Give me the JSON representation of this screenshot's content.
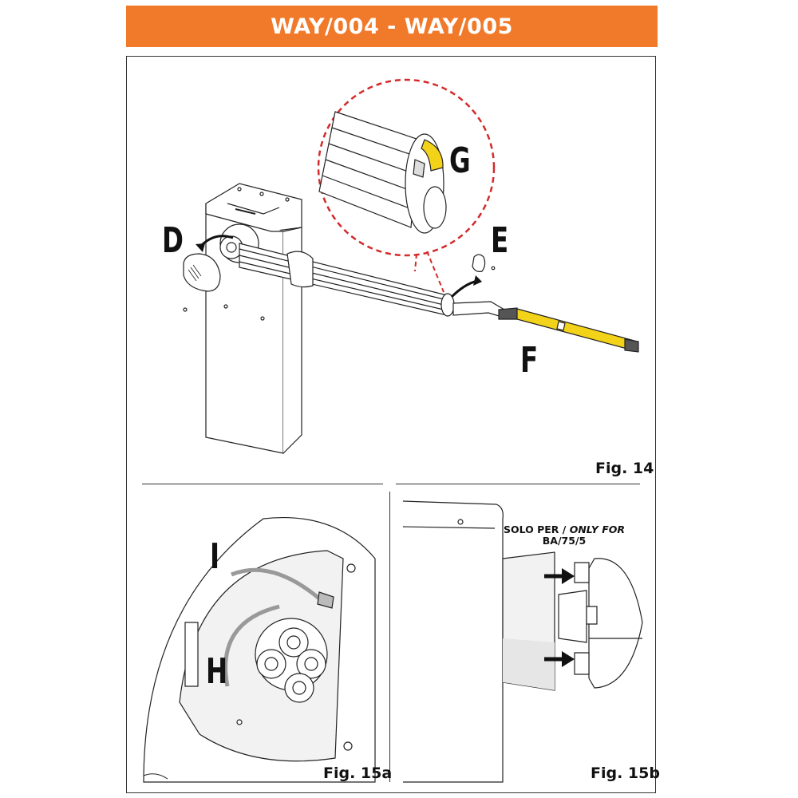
{
  "header": {
    "title": "WAY/004 - WAY/005",
    "color": "#f07a2a"
  },
  "callouts": {
    "d": "D",
    "e": "E",
    "f": "F",
    "g": "G",
    "h": "H",
    "i": "I"
  },
  "figures": {
    "fig14": "Fig. 14",
    "fig15a": "Fig. 15a",
    "fig15b": "Fig. 15b"
  },
  "note": {
    "solo_per": "SOLO PER / ",
    "only_for": "ONLY FOR",
    "model": "BA/75/5"
  },
  "colors": {
    "highlight_yellow": "#f3d21a",
    "dashed_red": "#d32a2a"
  }
}
